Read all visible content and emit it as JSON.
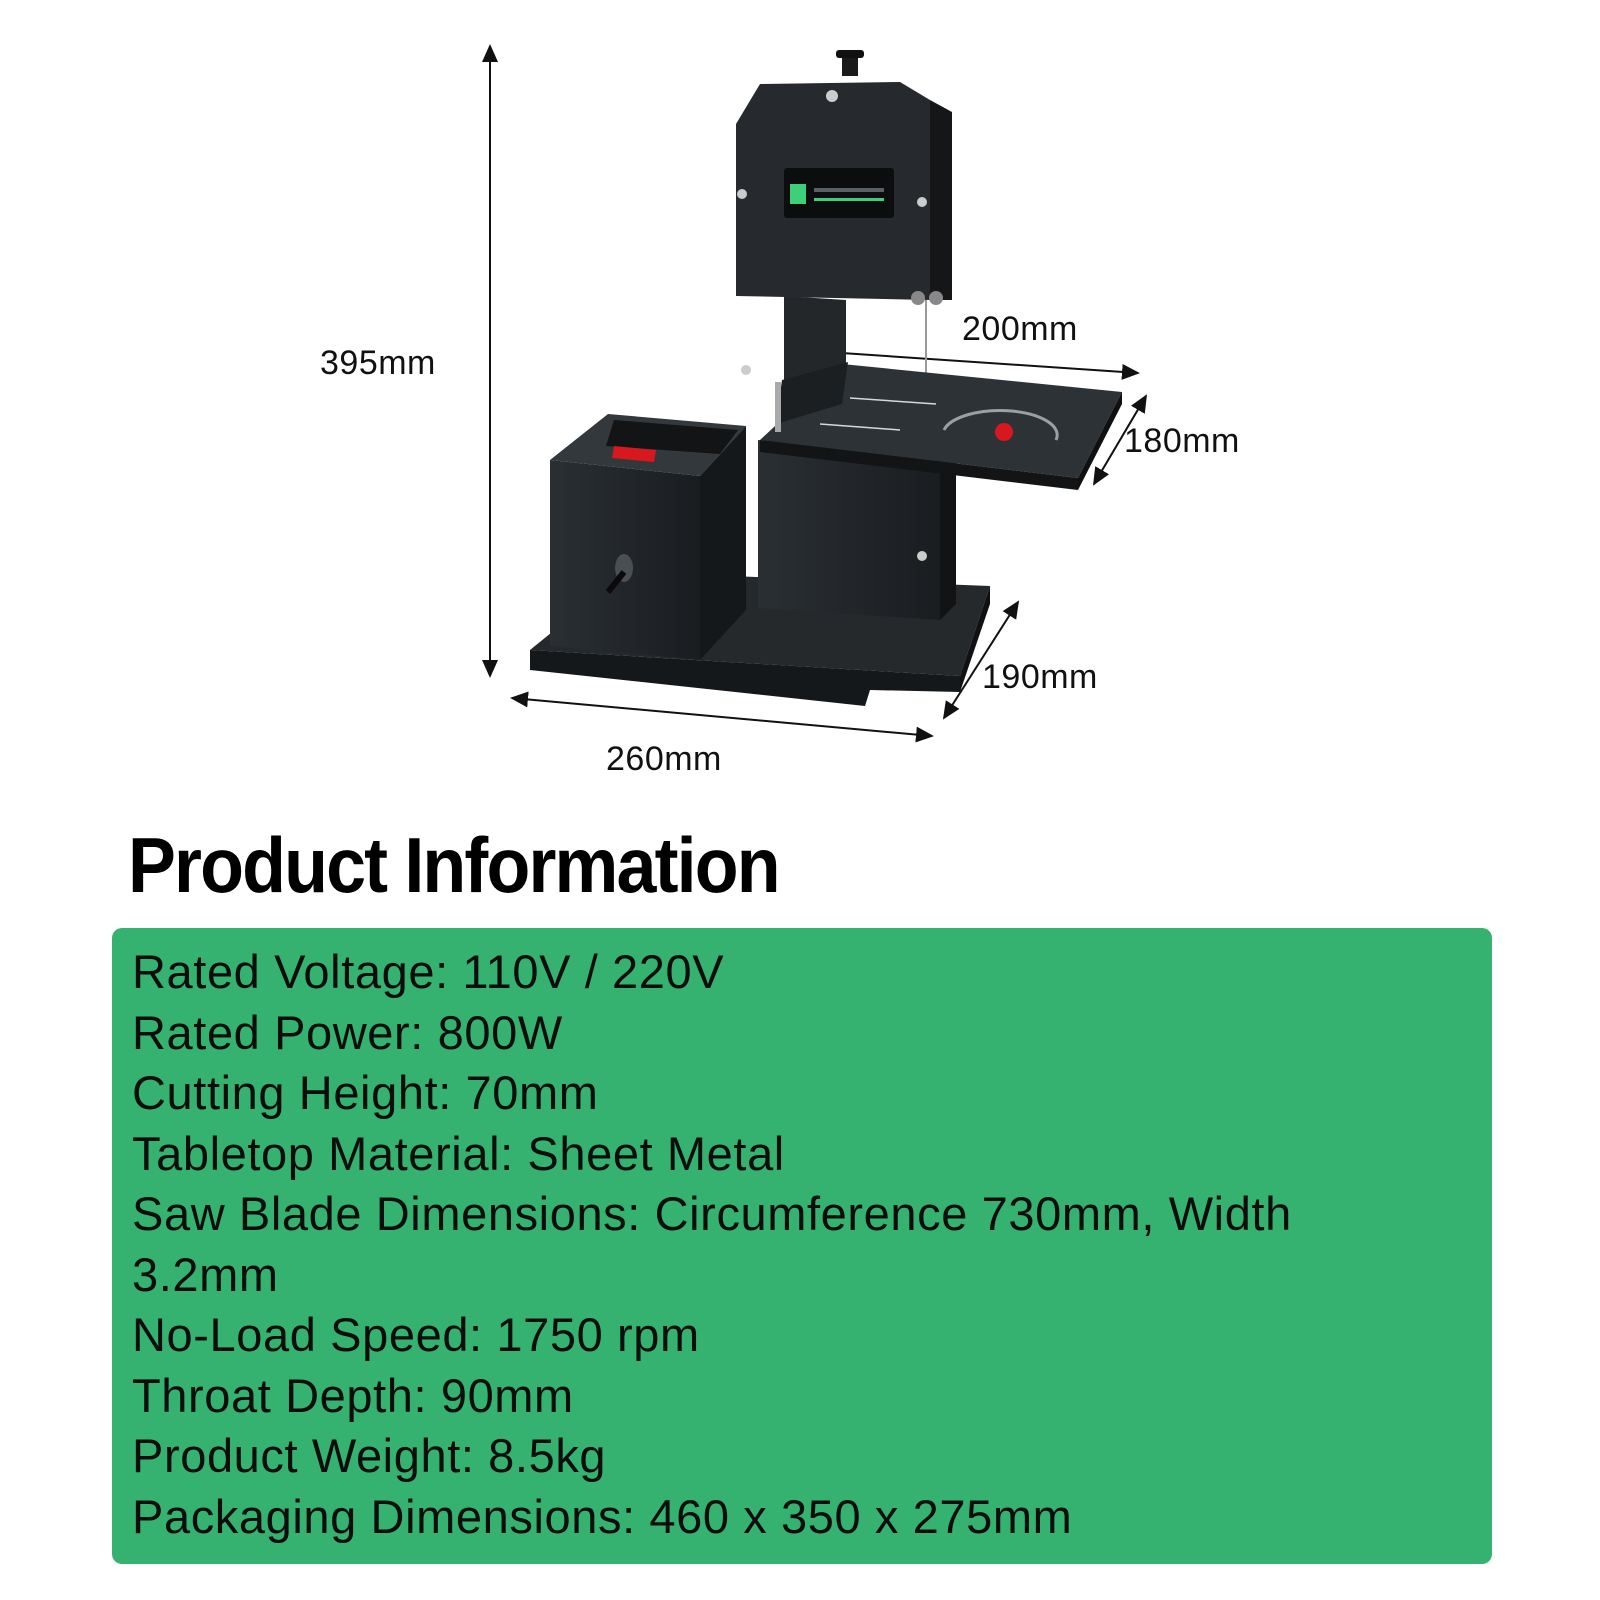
{
  "diagram": {
    "dimensions": {
      "height": "395mm",
      "table_width": "200mm",
      "table_depth": "180mm",
      "base_depth": "190mm",
      "base_width": "260mm"
    },
    "colors": {
      "machine_body": "#1f2326",
      "switch": "#d7181e",
      "logo_accent": "#3ecf79"
    }
  },
  "product_info": {
    "title": "Product Information",
    "panel_color": "#35b26f",
    "lines": [
      "Rated Voltage: 110V / 220V",
      "Rated Power: 800W",
      "Cutting Height: 70mm",
      "Tabletop Material: Sheet Metal",
      "Saw Blade Dimensions: Circumference 730mm, Width",
      "3.2mm",
      "No-Load Speed: 1750 rpm",
      "Throat Depth: 90mm",
      "Product Weight: 8.5kg",
      "Packaging Dimensions: 460 x 350 x 275mm"
    ]
  }
}
